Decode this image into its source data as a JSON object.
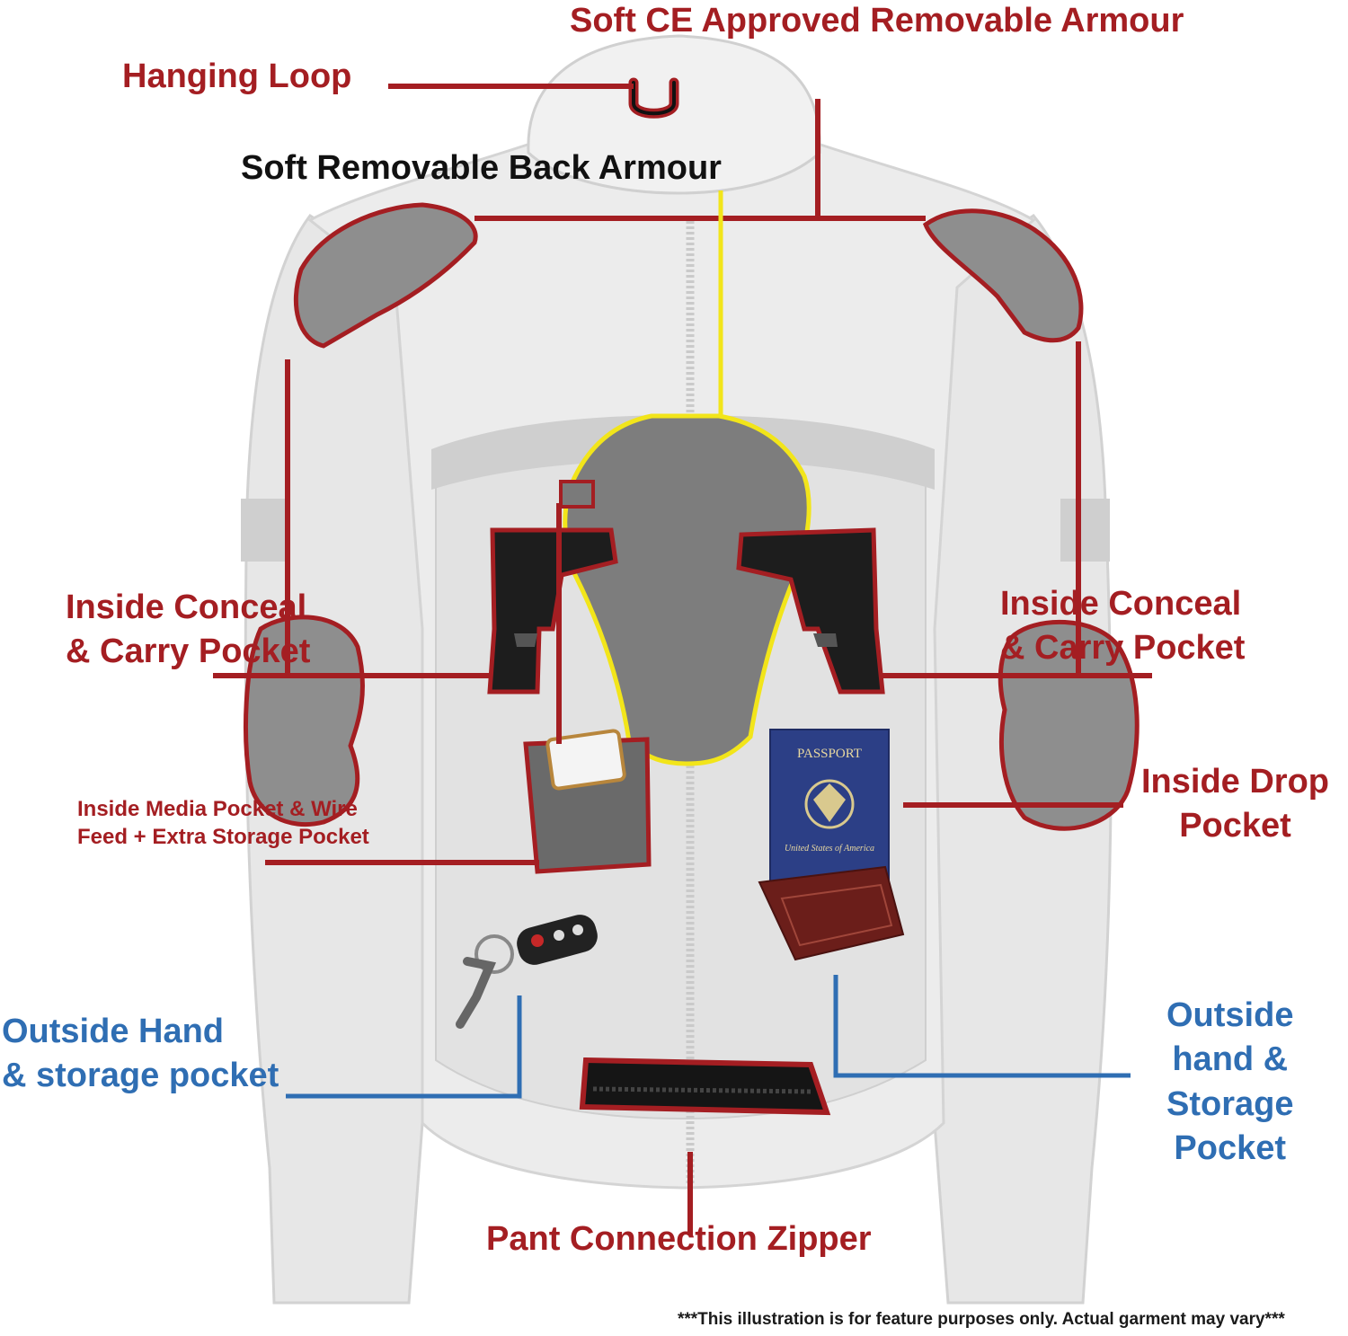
{
  "labels": {
    "soft_ce_armour": "Soft CE Approved Removable Armour",
    "hanging_loop": "Hanging Loop",
    "back_armour": "Soft Removable Back Armour",
    "conceal_left": "Inside Conceal\n& Carry Pocket",
    "conceal_right": "Inside Conceal\n& Carry Pocket",
    "media_pocket": "Inside Media Pocket & Wire\nFeed + Extra Storage Pocket",
    "drop_pocket": "Inside Drop\nPocket",
    "outside_left": "Outside Hand\n& storage pocket",
    "outside_right": "Outside\nhand &\nStorage\nPocket",
    "pant_zipper": "Pant Connection Zipper",
    "disclaimer": "***This illustration is for feature purposes only.  Actual garment may vary***"
  },
  "passport": {
    "title": "PASSPORT",
    "country": "United States\nof America"
  },
  "colors": {
    "callout_red": "#a41e22",
    "callout_blue": "#2f6eb3",
    "back_armour_outline": "#f2e51a",
    "jacket_fill": "#e9e9e9",
    "armour_fill": "#8e8e8e",
    "passport_blue": "#2c3f86"
  },
  "icons": [
    "hanging-loop-icon",
    "pistol-icon",
    "phone-icon",
    "passport-icon",
    "wallet-icon",
    "car-key-icon",
    "zipper-icon"
  ]
}
